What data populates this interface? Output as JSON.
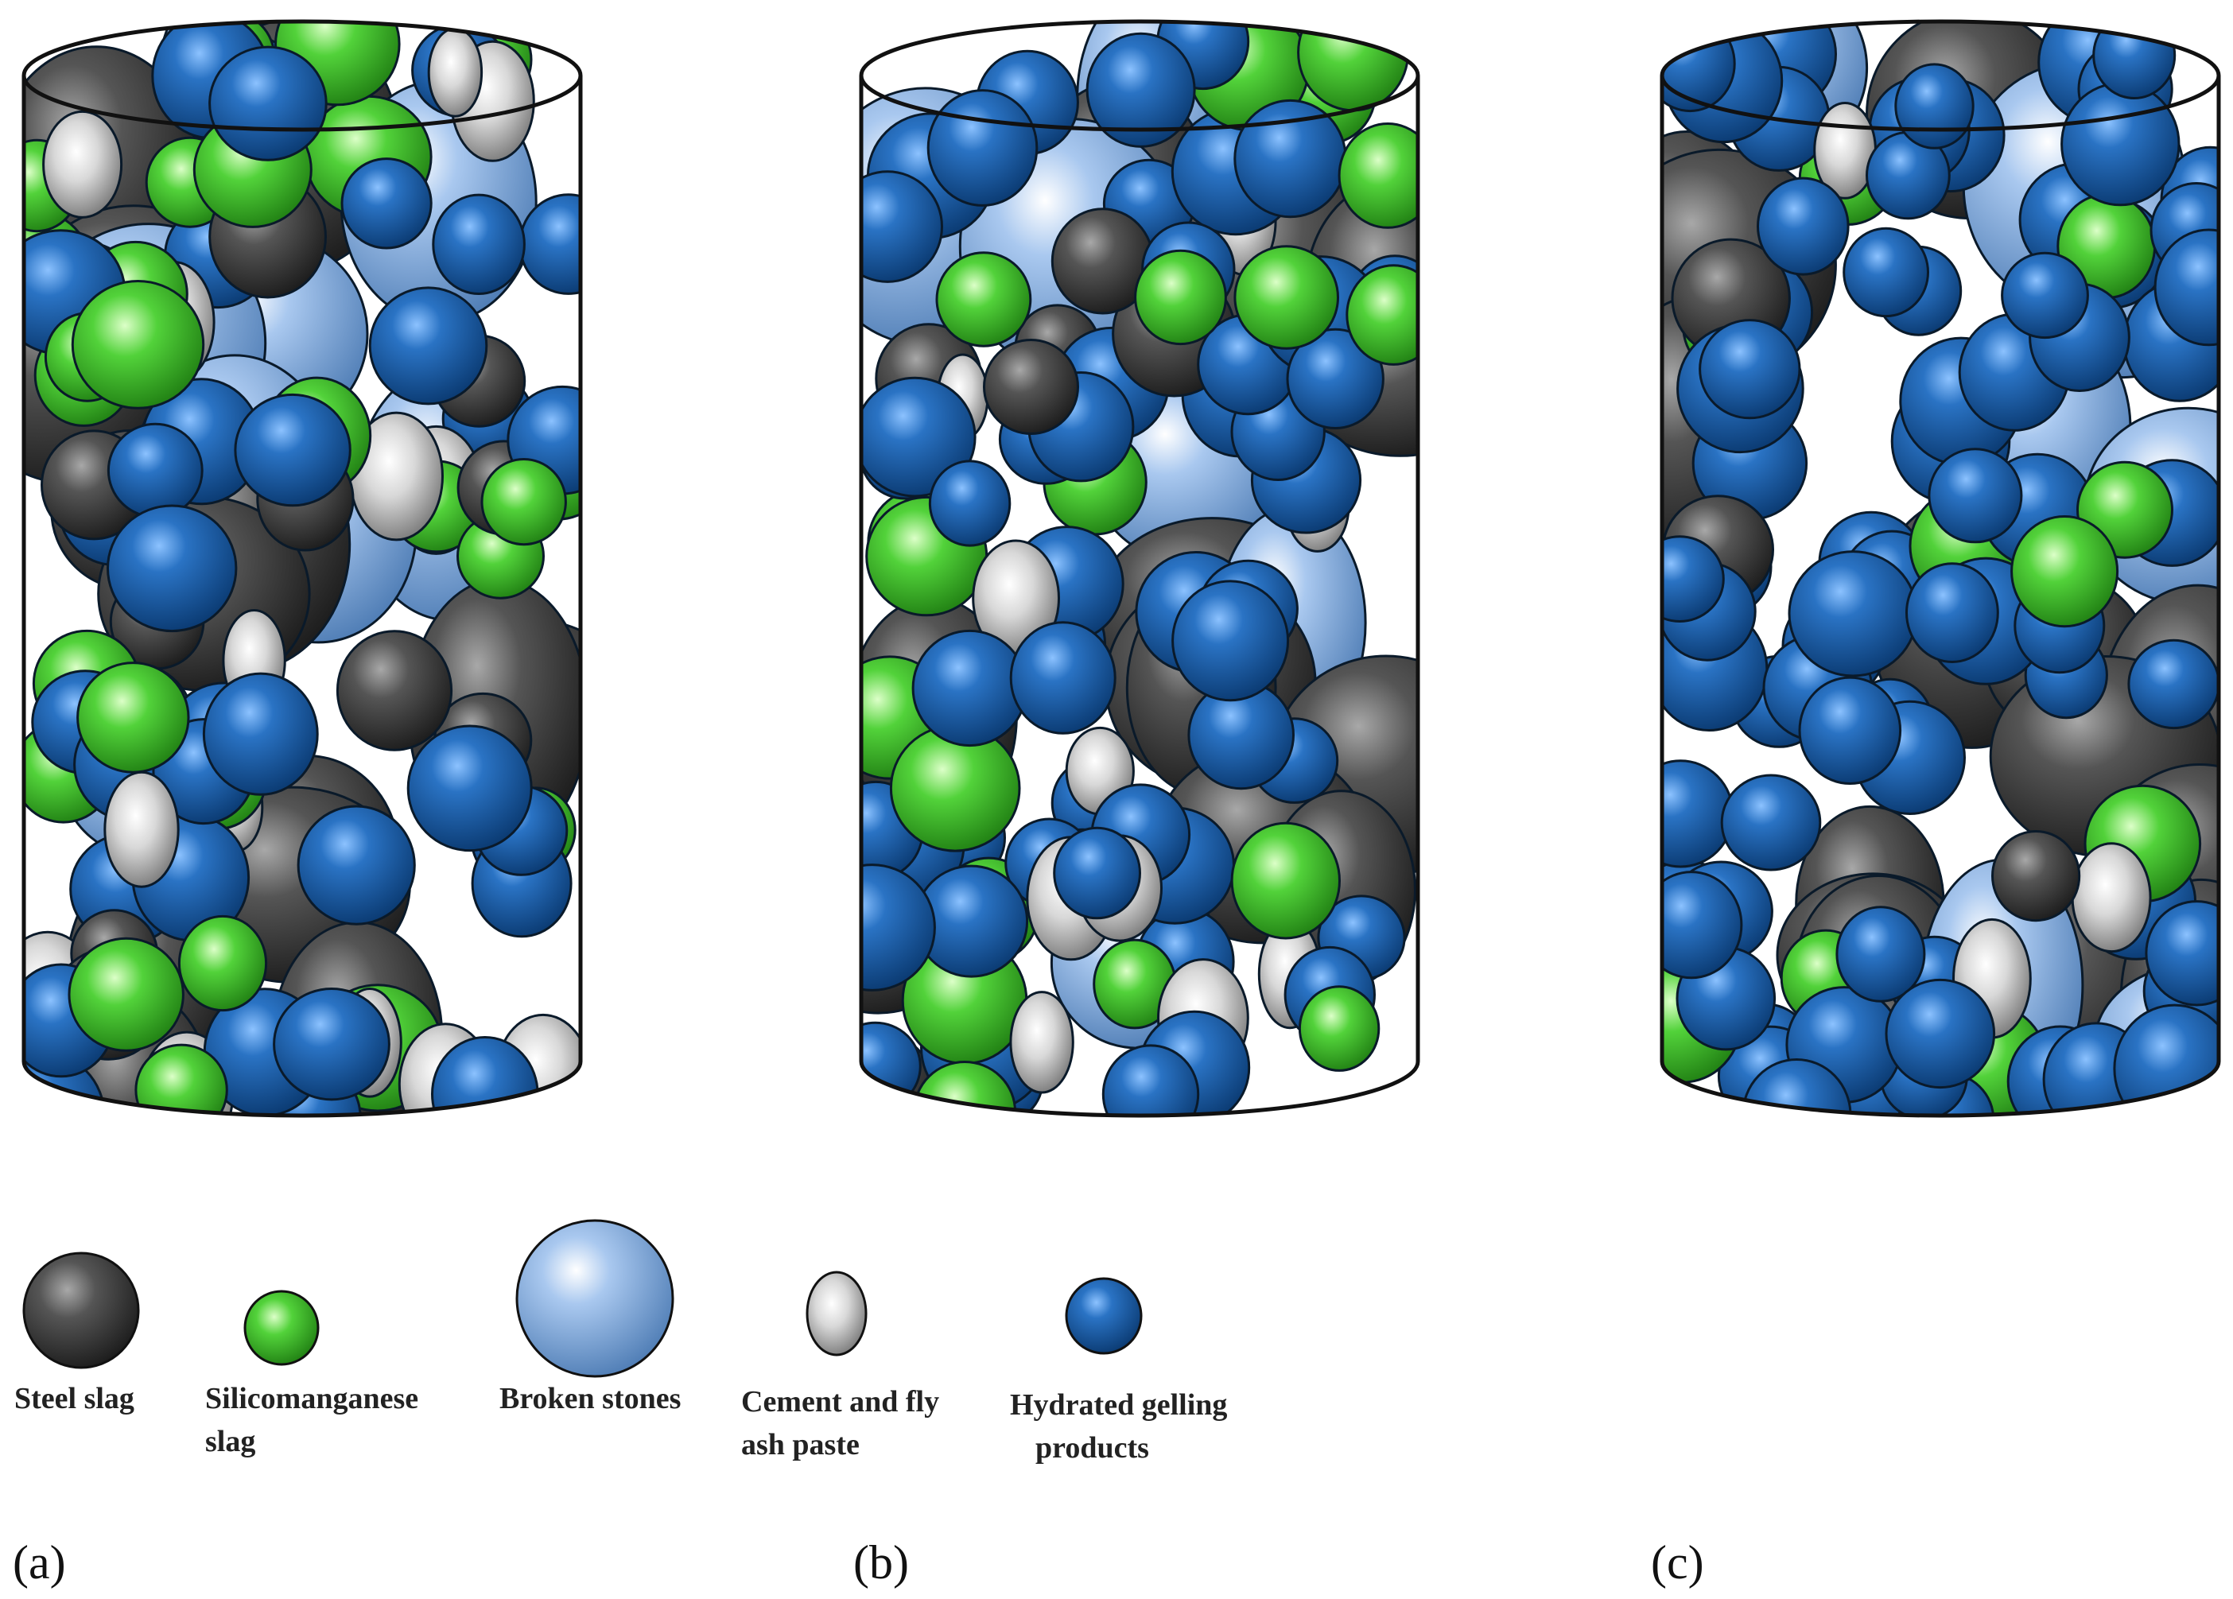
{
  "panels": [
    {
      "label": "(a)",
      "hydrated_share": "low"
    },
    {
      "label": "(b)",
      "hydrated_share": "medium"
    },
    {
      "label": "(c)",
      "hydrated_share": "high"
    }
  ],
  "legend": [
    {
      "key": "steel",
      "lines": [
        "Steel slag"
      ],
      "color": "#3a3a3a"
    },
    {
      "key": "simn",
      "lines": [
        "Silicomanganese",
        "slag"
      ],
      "color": "#3fbf2a"
    },
    {
      "key": "stone",
      "lines": [
        "Broken stones"
      ],
      "color": "#7fa9dd"
    },
    {
      "key": "paste",
      "lines": [
        "Cement and fly",
        "ash paste"
      ],
      "color": "#bfbfbf"
    },
    {
      "key": "hydrated",
      "lines": [
        "Hydrated gelling",
        "products"
      ],
      "color": "#1a5da3"
    }
  ]
}
